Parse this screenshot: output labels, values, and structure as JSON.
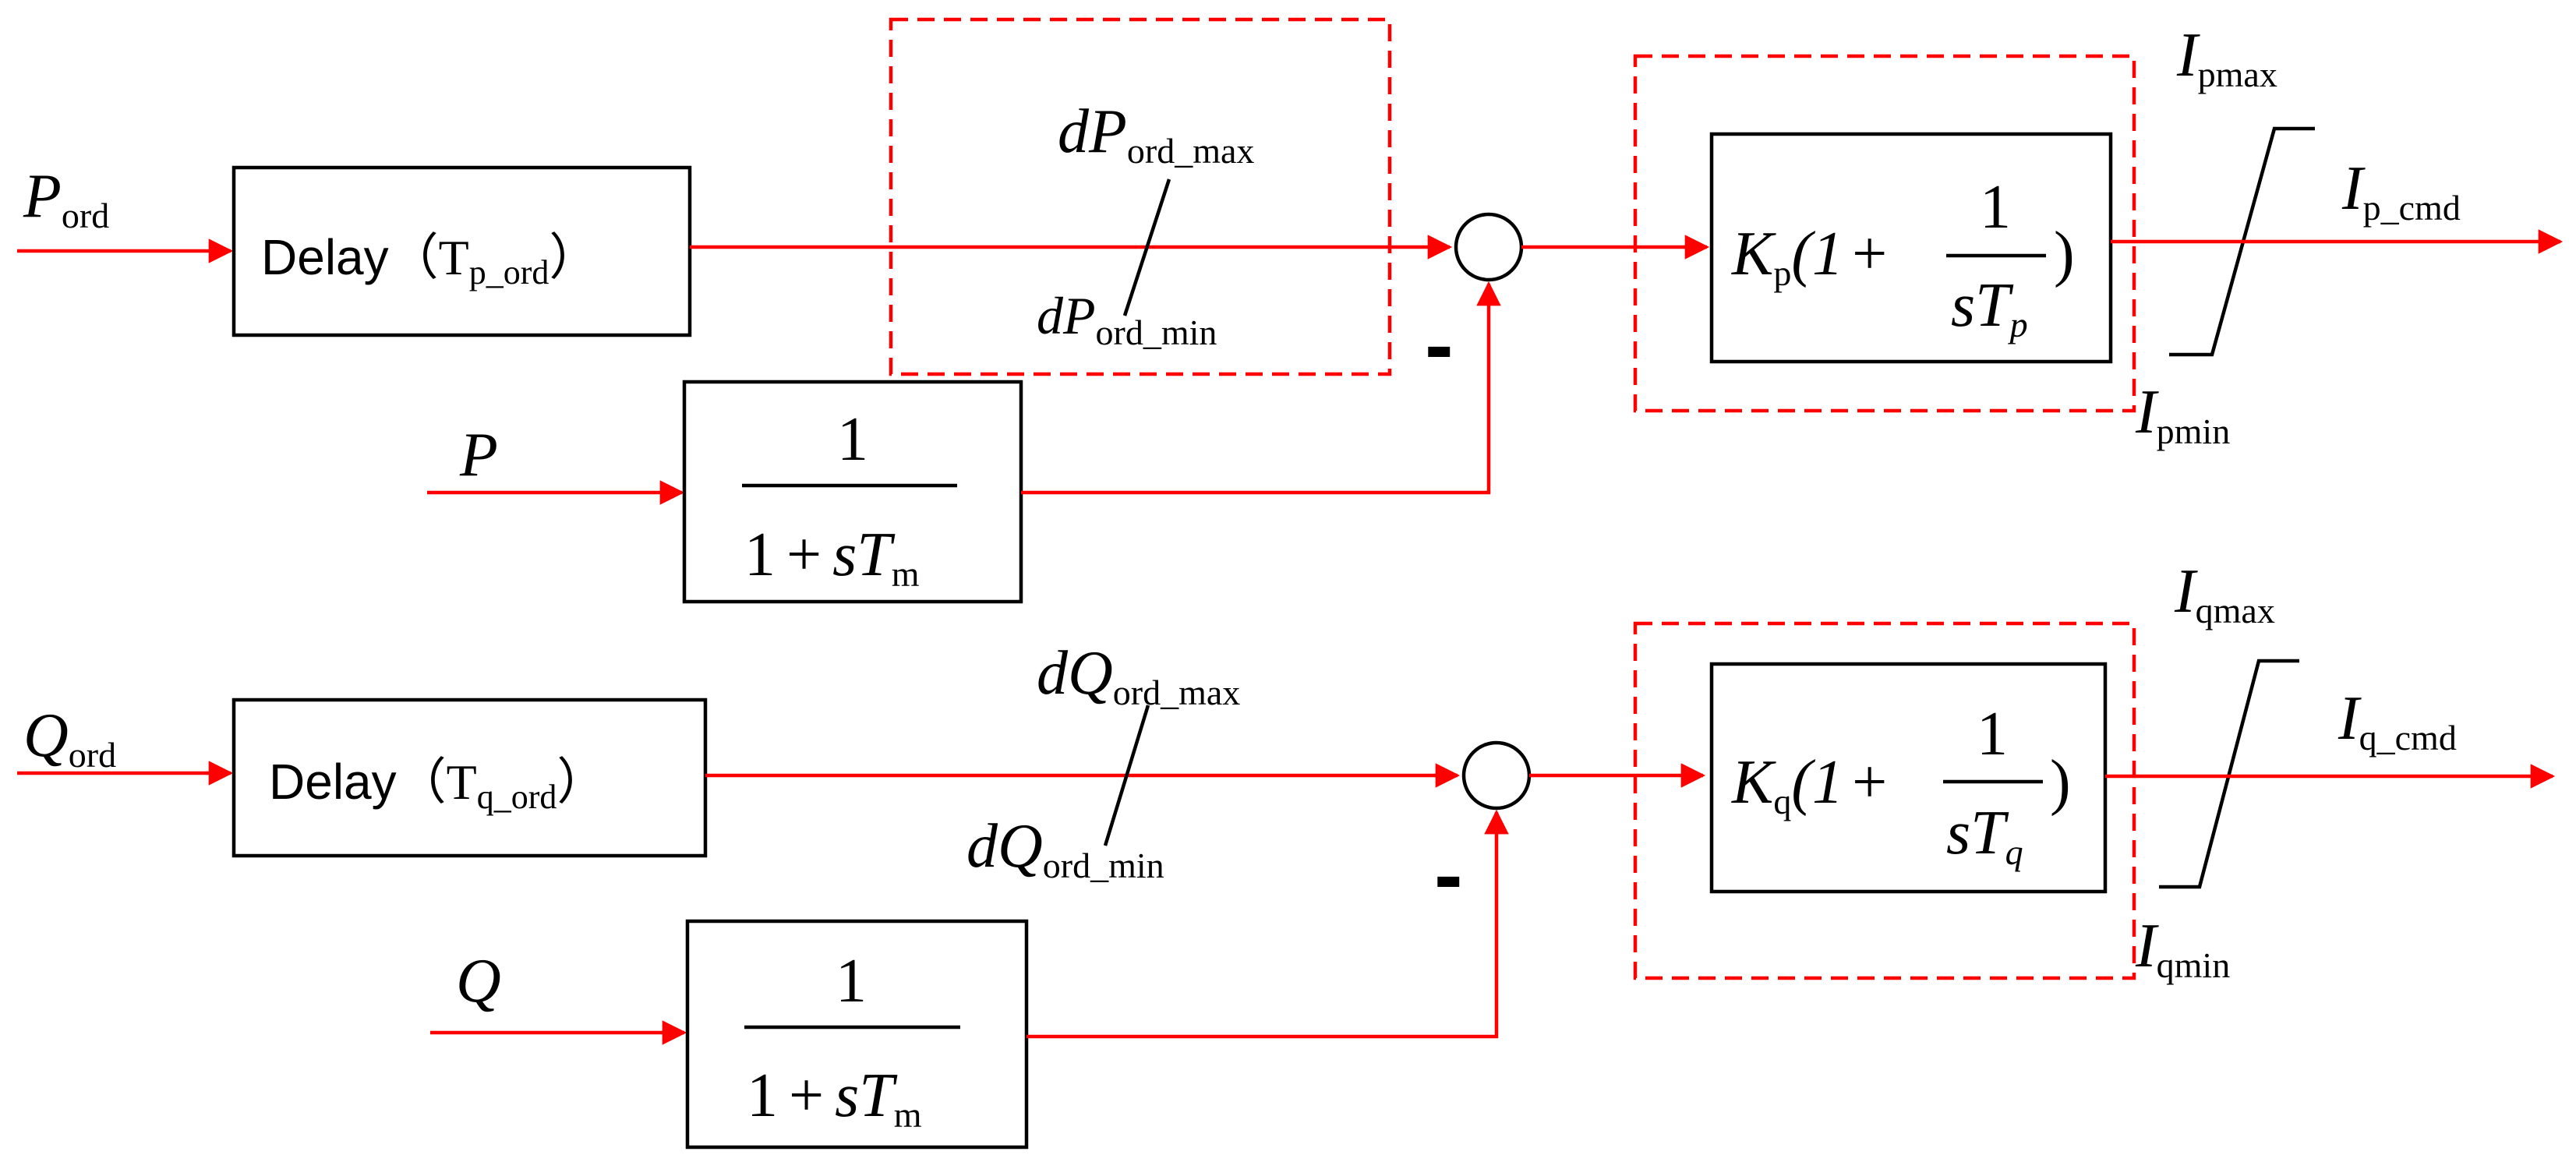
{
  "colors": {
    "signal": "#ff0000",
    "block": "#000000",
    "background": "#ffffff"
  },
  "active_path": {
    "input": {
      "main": "P",
      "sub": "ord"
    },
    "delay": {
      "label": "Delay",
      "open": "（",
      "param_main": "T",
      "param_sub": "p_ord",
      "close": "）"
    },
    "rate_limit": {
      "prefix": "d",
      "main": "P",
      "max_sub": "ord_max",
      "min_sub": "ord_min"
    },
    "feedback_input": "P",
    "filter": {
      "num": "1",
      "den_one": "1",
      "den_plus": "+",
      "den_s": "s",
      "den_T": "T",
      "den_sub": "m"
    },
    "minus_sign": "-",
    "pi": {
      "K": "K",
      "K_sub": "p",
      "open": "(1",
      "plus": "+",
      "num": "1",
      "s": "s",
      "T": "T",
      "T_sub": "p",
      "close": ")"
    },
    "limit_max": {
      "main": "I",
      "sub": "pmax"
    },
    "limit_min": {
      "main": "I",
      "sub": "pmin"
    },
    "output": {
      "main": "I",
      "sub": "p_cmd"
    }
  },
  "reactive_path": {
    "input": {
      "main": "Q",
      "sub": "ord"
    },
    "delay": {
      "label": "Delay",
      "open": "（",
      "param_main": "T",
      "param_sub": "q_ord",
      "close": "）"
    },
    "rate_limit": {
      "prefix": "d",
      "main": "Q",
      "max_sub": "ord_max",
      "min_sub": "ord_min"
    },
    "feedback_input": "Q",
    "filter": {
      "num": "1",
      "den_one": "1",
      "den_plus": "+",
      "den_s": "s",
      "den_T": "T",
      "den_sub": "m"
    },
    "minus_sign": "-",
    "pi": {
      "K": "K",
      "K_sub": "q",
      "open": "(1",
      "plus": "+",
      "num": "1",
      "s": "s",
      "T": "T",
      "T_sub": "q",
      "close": ")"
    },
    "limit_max": {
      "main": "I",
      "sub": "qmax"
    },
    "limit_min": {
      "main": "I",
      "sub": "qmin"
    },
    "output": {
      "main": "I",
      "sub": "q_cmd"
    }
  }
}
